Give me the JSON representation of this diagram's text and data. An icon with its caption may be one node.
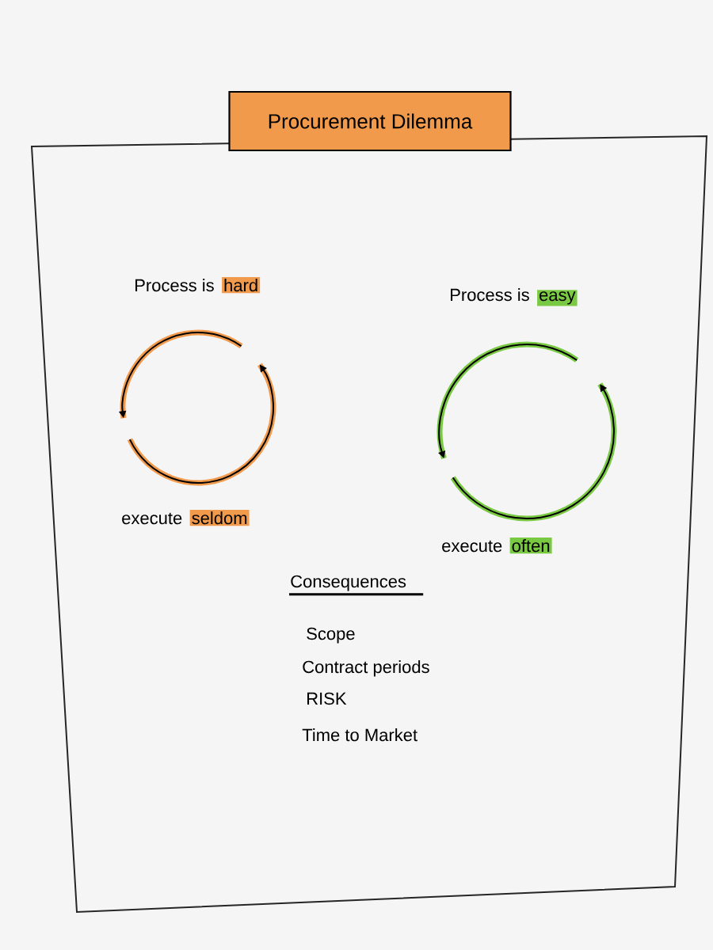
{
  "diagram": {
    "title": "Procurement Dilemma",
    "labels": [
      "Process is",
      "hard",
      "Process is",
      "easy",
      "execute",
      "seldom",
      "execute",
      "often",
      "Consequences",
      "Scope",
      "Contract periods",
      "RISK",
      "Time to Market"
    ]
  }
}
